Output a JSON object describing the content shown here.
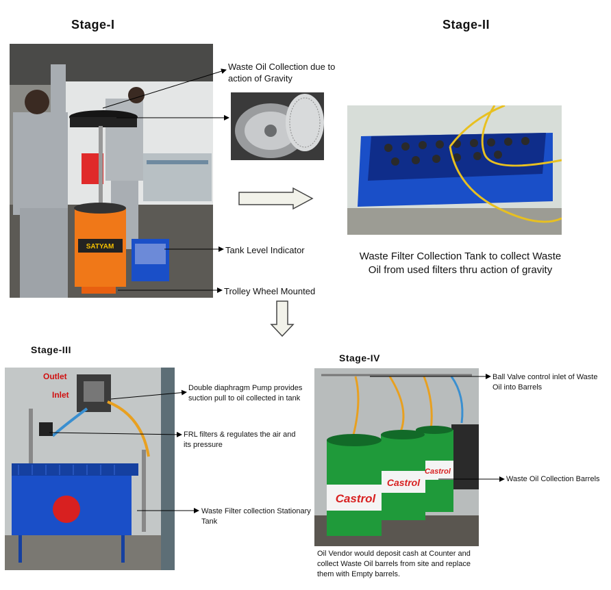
{
  "stage1": {
    "title": "Stage-I",
    "annotations": {
      "gravity": "Waste Oil Collection due to action of Gravity",
      "tank_level": "Tank Level Indicator",
      "trolley": "Trolley Wheel Mounted"
    },
    "tank_brand": "SATYAM"
  },
  "stage2": {
    "title": "Stage-II",
    "caption": "Waste Filter Collection Tank to collect Waste Oil from used filters thru action of gravity"
  },
  "stage3": {
    "title": "Stage-III",
    "photo_labels": {
      "outlet": "Outlet",
      "inlet": "Inlet"
    },
    "annotations": {
      "pump": "Double diaphragm Pump provides suction pull to oil collected in tank",
      "frl": "FRL filters & regulates the air and its pressure",
      "stationary_tank": "Waste Filter collection Stationary Tank"
    }
  },
  "stage4": {
    "title": "Stage-IV",
    "annotations": {
      "ball_valve": "Ball Valve control inlet of Waste Oil into Barrels",
      "barrels": "Waste Oil Collection Barrels"
    },
    "barrel_brand": "Castrol",
    "caption": "Oil Vendor would deposit cash at Counter and collect Waste Oil barrels from site and replace them with Empty barrels."
  },
  "colors": {
    "tank_orange": "#f07818",
    "tray_blue": "#1a4fc8",
    "barrel_green": "#1f9a3a",
    "hose_yellow": "#e8c020"
  },
  "icons": [
    "right-arrow-icon",
    "down-arrow-icon"
  ]
}
